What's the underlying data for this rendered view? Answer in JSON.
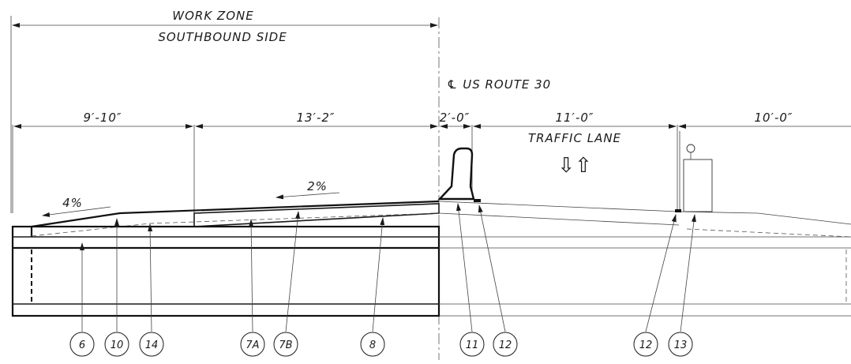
{
  "work_zone": {
    "line1": "WORK ZONE",
    "line2": "SOUTHBOUND SIDE"
  },
  "centerline_label": "℄ US ROUTE 30",
  "dimensions": [
    "9′-10″",
    "13′-2″",
    "2′-0″",
    "11′-0″",
    "10′-0″"
  ],
  "traffic_lane_label": "TRAFFIC LANE",
  "traffic_arrows": "⇩⇧",
  "slopes": [
    "4%",
    "2%"
  ],
  "callouts": [
    "6",
    "10",
    "14",
    "7A",
    "7B",
    "8",
    "11",
    "12",
    "12",
    "13"
  ]
}
